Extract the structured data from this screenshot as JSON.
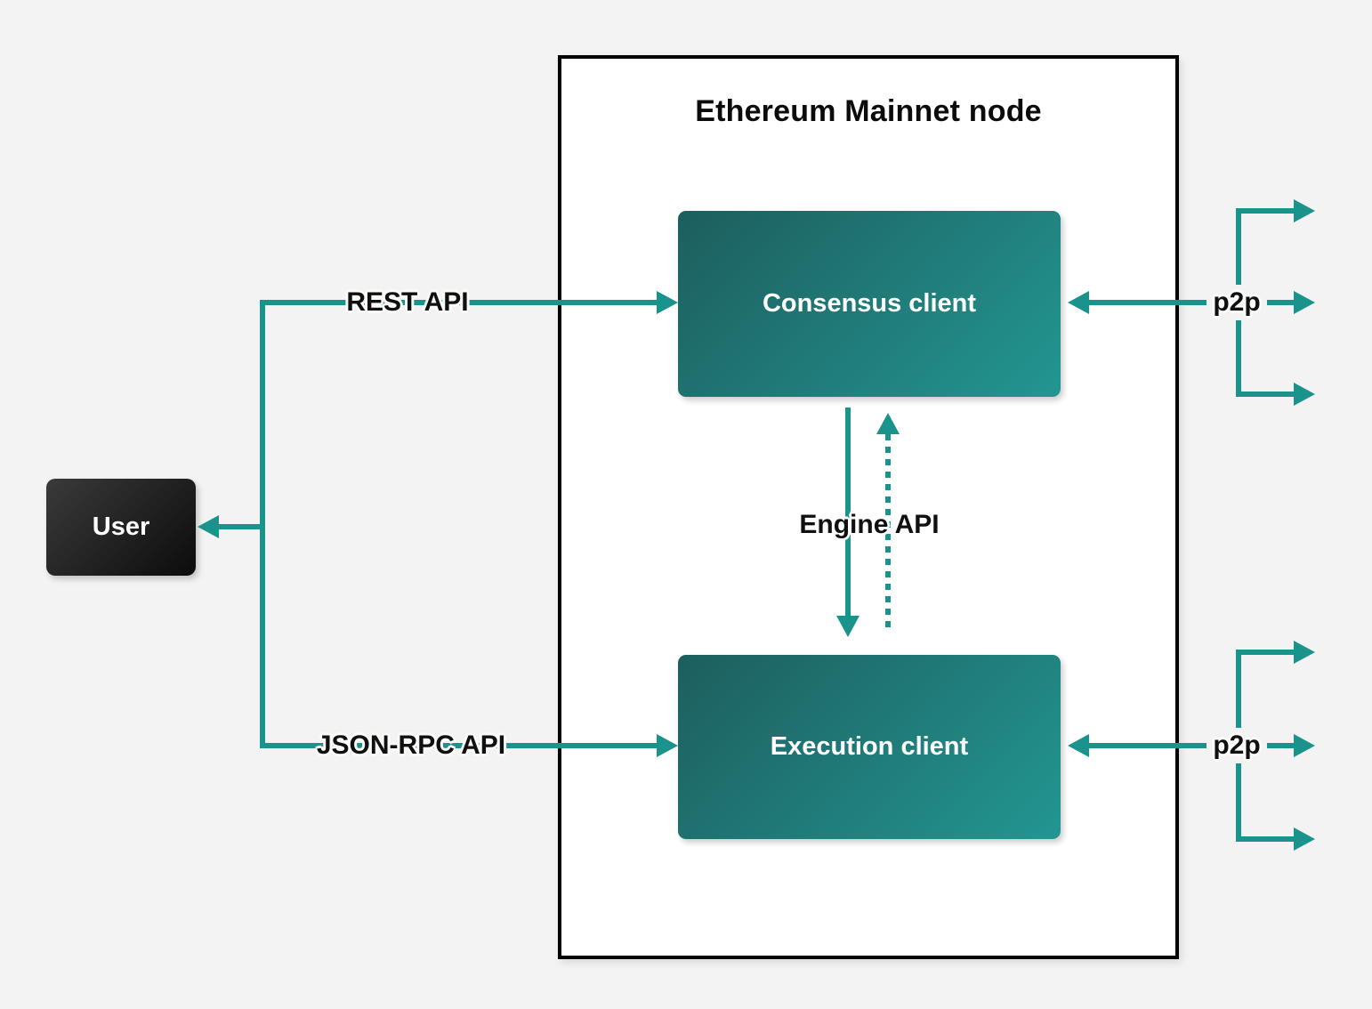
{
  "title": "Ethereum Mainnet node",
  "nodes": {
    "user": "User",
    "consensus": "Consensus client",
    "execution": "Execution client"
  },
  "labels": {
    "rest_api": "REST API",
    "json_rpc_api": "JSON-RPC API",
    "engine_api": "Engine API",
    "p2p_consensus": "p2p",
    "p2p_execution": "p2p"
  },
  "colors": {
    "teal_line": "#1b938d",
    "client_gradient_start": "#1d5e5e",
    "client_gradient_end": "#239691",
    "user_gradient_start": "#3a3a3a",
    "user_gradient_end": "#0c0c0c",
    "boundary_border": "#000000",
    "boundary_fill": "#ffffff",
    "page_background": "#f2f3f2",
    "label_text": "#101010",
    "node_text": "#ffffff"
  }
}
